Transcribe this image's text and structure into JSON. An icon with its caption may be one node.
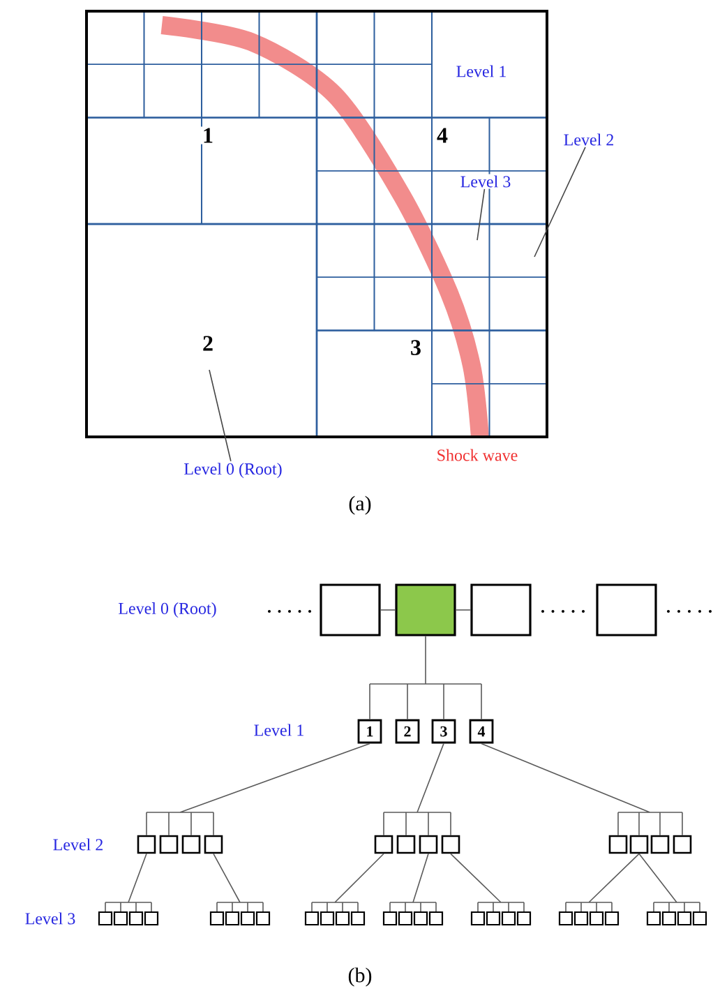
{
  "diagram": {
    "nodes": [
      {
        "text": [
          "Level 2"
        ]
      },
      {
        "text": [
          "Level 3"
        ]
      },
      {
        "text": [
          "Level 0 (Root)"
        ]
      },
      {
        "text": [],
        "shape": "box"
      },
      {
        "text": [],
        "shape": "box"
      },
      {
        "text": [],
        "shape": "box"
      },
      {
        "text": [],
        "shape": "box"
      },
      {
        "text": [
          "1"
        ]
      },
      {
        "text": [
          "2"
        ]
      },
      {
        "text": [
          "3"
        ]
      },
      {
        "text": [
          "4"
        ]
      },
      {
        "text": [],
        "shape": "box"
      },
      {
        "text": [],
        "shape": "box"
      },
      {
        "text": [],
        "shape": "box"
      },
      {
        "text": [],
        "shape": "box"
      },
      {
        "text": [],
        "shape": "box"
      },
      {
        "text": [],
        "shape": "box"
      },
      {
        "text": [],
        "shape": "box"
      },
      {
        "text": [],
        "shape": "box"
      },
      {
        "text": [],
        "shape": "box"
      },
      {
        "text": [],
        "shape": "box"
      },
      {
        "text": [],
        "shape": "box"
      },
      {
        "text": [],
        "shape": "box"
      },
      {
        "text": [],
        "shape": "box"
      },
      {
        "text": [],
        "shape": "box"
      },
      {
        "text": [],
        "shape": "box"
      },
      {
        "text": [],
        "shape": "box"
      },
      {
        "text": [],
        "shape": "box"
      },
      {
        "text": [],
        "shape": "box"
      },
      {
        "text": [],
        "shape": "box"
      },
      {
        "text": [],
        "shape": "box"
      },
      {
        "text": [],
        "shape": "box"
      },
      {
        "text": [],
        "shape": "box"
      },
      {
        "text": [],
        "shape": "box"
      },
      {
        "text": [],
        "shape": "box"
      },
      {
        "text": [],
        "shape": "box"
      },
      {
        "text": [],
        "shape": "box"
      },
      {
        "text": [],
        "shape": "box"
      },
      {
        "text": [],
        "shape": "box"
      },
      {
        "text": [],
        "shape": "box"
      },
      {
        "text": [],
        "shape": "box"
      },
      {
        "text": [],
        "shape": "box"
      },
      {
        "text": [],
        "shape": "box"
      },
      {
        "text": [],
        "shape": "box"
      },
      {
        "text": [],
        "shape": "box"
      },
      {
        "text": [],
        "shape": "box"
      },
      {
        "text": [],
        "shape": "box"
      },
      {
        "text": [],
        "shape": "box"
      },
      {
        "text": [],
        "shape": "box"
      },
      {
        "text": [],
        "shape": "box"
      },
      {
        "text": [],
        "shape": "box"
      }
    ],
    "edges": [
      {
        "from": 0,
        "to": null,
        "arrow": "none"
      },
      {
        "from": 1,
        "to": null,
        "arrow": "none"
      },
      {
        "from": 2,
        "to": null,
        "arrow": "none"
      },
      {
        "from": 3,
        "to": 4,
        "arrow": "none"
      },
      {
        "from": 4,
        "to": 5,
        "arrow": "none"
      },
      {
        "from": 4,
        "to": 7,
        "arrow": "none"
      },
      {
        "from": 4,
        "to": 8,
        "arrow": "none"
      },
      {
        "from": 4,
        "to": 9,
        "arrow": "none"
      },
      {
        "from": 4,
        "to": 10,
        "arrow": "none"
      },
      {
        "from": 7,
        "to": 11,
        "arrow": "none"
      },
      {
        "from": 7,
        "to": 12,
        "arrow": "none"
      },
      {
        "from": 7,
        "to": 13,
        "arrow": "none"
      },
      {
        "from": 7,
        "to": 14,
        "arrow": "none"
      },
      {
        "from": 9,
        "to": 15,
        "arrow": "none"
      },
      {
        "from": 9,
        "to": 16,
        "arrow": "none"
      },
      {
        "from": 9,
        "to": 17,
        "arrow": "none"
      },
      {
        "from": 9,
        "to": 18,
        "arrow": "none"
      },
      {
        "from": 10,
        "to": 19,
        "arrow": "none"
      },
      {
        "from": 10,
        "to": 20,
        "arrow": "none"
      },
      {
        "from": 10,
        "to": 21,
        "arrow": "none"
      },
      {
        "from": 10,
        "to": 22,
        "arrow": "none"
      },
      {
        "from": 11,
        "to": 23,
        "arrow": "none"
      },
      {
        "from": 11,
        "to": 24,
        "arrow": "none"
      },
      {
        "from": 11,
        "to": 25,
        "arrow": "none"
      },
      {
        "from": 11,
        "to": 26,
        "arrow": "none"
      },
      {
        "from": 14,
        "to": 27,
        "arrow": "none"
      },
      {
        "from": 14,
        "to": 28,
        "arrow": "none"
      },
      {
        "from": 14,
        "to": 29,
        "arrow": "none"
      },
      {
        "from": 14,
        "to": 30,
        "arrow": "none"
      },
      {
        "from": 15,
        "to": 31,
        "arrow": "none"
      },
      {
        "from": 15,
        "to": 32,
        "arrow": "none"
      },
      {
        "from": 15,
        "to": 33,
        "arrow": "none"
      },
      {
        "from": 15,
        "to": 34,
        "arrow": "none"
      },
      {
        "from": 17,
        "to": 35,
        "arrow": "none"
      },
      {
        "from": 17,
        "to": 36,
        "arrow": "none"
      },
      {
        "from": 17,
        "to": 37,
        "arrow": "none"
      },
      {
        "from": 17,
        "to": 38,
        "arrow": "none"
      },
      {
        "from": 18,
        "to": 39,
        "arrow": "none"
      },
      {
        "from": 18,
        "to": 40,
        "arrow": "none"
      },
      {
        "from": 18,
        "to": 41,
        "arrow": "none"
      },
      {
        "from": 18,
        "to": 42,
        "arrow": "none"
      },
      {
        "from": 20,
        "to": 43,
        "arrow": "none"
      },
      {
        "from": 20,
        "to": 44,
        "arrow": "none"
      },
      {
        "from": 20,
        "to": 45,
        "arrow": "none"
      },
      {
        "from": 20,
        "to": 46,
        "arrow": "none"
      },
      {
        "from": 20,
        "to": 47,
        "arrow": "none"
      },
      {
        "from": 20,
        "to": 48,
        "arrow": "none"
      },
      {
        "from": 20,
        "to": 49,
        "arrow": "none"
      },
      {
        "from": 20,
        "to": 50,
        "arrow": "none"
      }
    ],
    "labels": [
      "Level 1",
      "1",
      "4",
      "2",
      "3",
      "Shock wave",
      "(a)",
      "Level 0 (Root)",
      "Level 1",
      "Level 2",
      "Level 3",
      "(b)"
    ]
  }
}
